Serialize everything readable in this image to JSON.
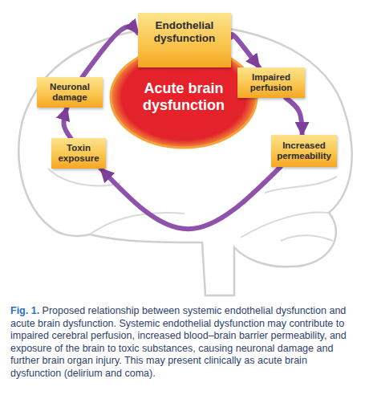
{
  "diagram": {
    "caption": "Proposed relationship between systemic endothelial dysfunction and acute brain dysfunction. Systemic endothelial dysfunction may contribute to impaired cerebral perfusion, increased blood–brain barrier permeability, and exposure of the brain to toxic substances, causing neuronal damage and further brain organ injury. This may present clinically as acute brain dysfunction (delirium and coma).",
    "nodes": [
      {
        "text": [
          "Endothelial dysfunction"
        ]
      },
      {
        "text": [
          "Neuronal damage"
        ]
      },
      {
        "text": [
          "Acute brain dysfunction"
        ]
      },
      {
        "text": [
          "Impaired perfusion"
        ]
      },
      {
        "text": [
          "Toxin exposure"
        ]
      },
      {
        "text": [
          "Increased permeability"
        ]
      }
    ],
    "edges": [
      {
        "from": 0,
        "to": 3,
        "arrow": "to"
      },
      {
        "from": 3,
        "to": 5,
        "arrow": "to"
      },
      {
        "from": 5,
        "to": 4,
        "arrow": "to"
      },
      {
        "from": 4,
        "to": 1,
        "arrow": "to"
      },
      {
        "from": 1,
        "to": 0,
        "arrow": "to"
      }
    ],
    "labels": [
      "Fig. 1."
    ]
  }
}
